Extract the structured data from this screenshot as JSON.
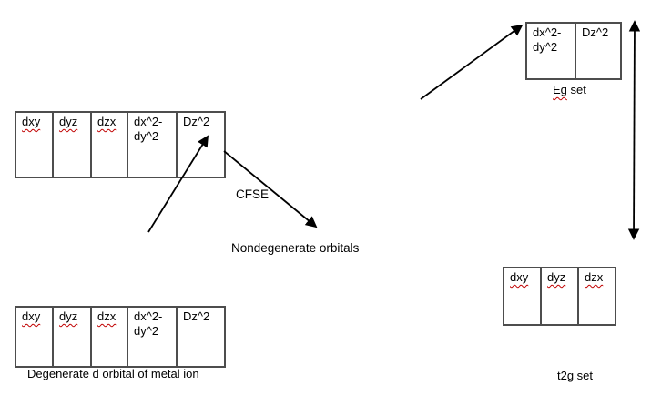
{
  "diagram": {
    "subject": "crystal field splitting of d orbitals"
  },
  "tables": {
    "degenerate_top": {
      "cells": [
        "dxy",
        "dyz",
        "dzx",
        "dx^2-\ndy^2",
        "Dz^2"
      ]
    },
    "degenerate_bottom": {
      "cells": [
        "dxy",
        "dyz",
        "dzx",
        "dx^2-\ndy^2",
        "Dz^2"
      ],
      "caption": "Degenerate d orbital of metal ion"
    },
    "eg_set": {
      "cells": [
        "dx^2-\ndy^2",
        "Dz^2"
      ],
      "caption_word": "Eg",
      "caption_suffix": " set"
    },
    "t2g_set": {
      "cells": [
        "dxy",
        "dyz",
        "dzx"
      ],
      "caption": "t2g set"
    }
  },
  "labels": {
    "cfse": "CFSE",
    "nondegenerate": "Nondegenerate orbitals"
  },
  "colors": {
    "background": "#ffffff",
    "table_border": "#4d4d4d",
    "text": "#000000",
    "arrow": "#000000",
    "spellcheck_underline": "#c00000"
  }
}
